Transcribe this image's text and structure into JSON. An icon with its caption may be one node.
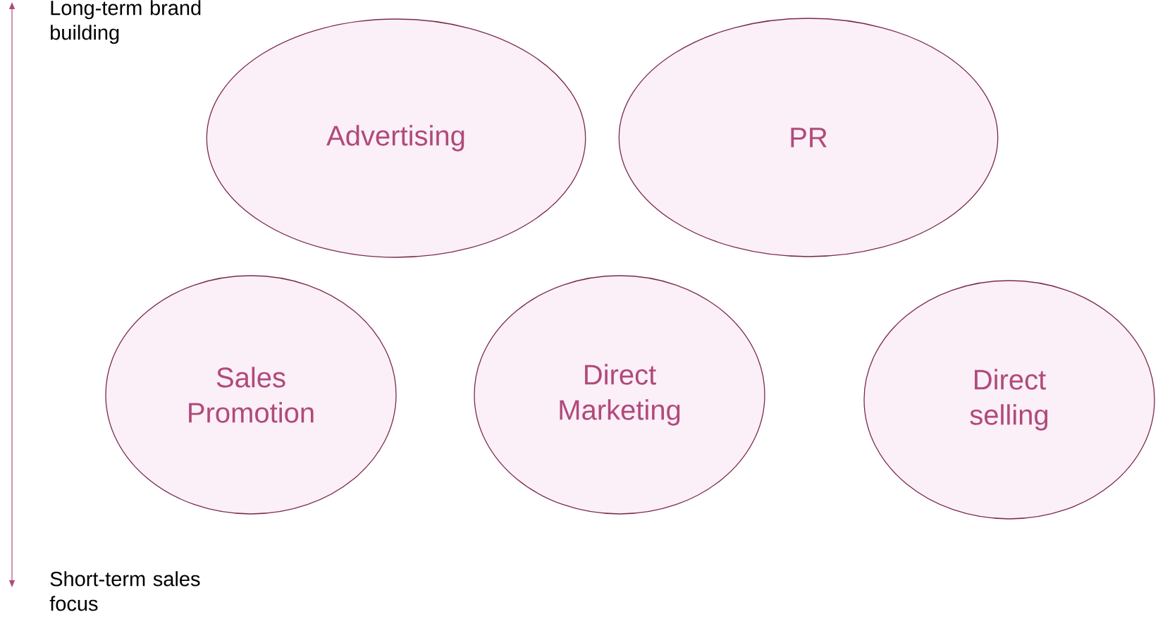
{
  "diagram": {
    "nodes": [
      {
        "text": [
          "Advertising"
        ]
      },
      {
        "text": [
          "PR"
        ]
      },
      {
        "text": [
          "Sales Promotion"
        ]
      },
      {
        "text": [
          "Direct Marketing"
        ]
      },
      {
        "text": [
          "Direct selling"
        ]
      }
    ],
    "labels": [
      "Long-term brand building",
      "Short-term sales focus"
    ]
  }
}
